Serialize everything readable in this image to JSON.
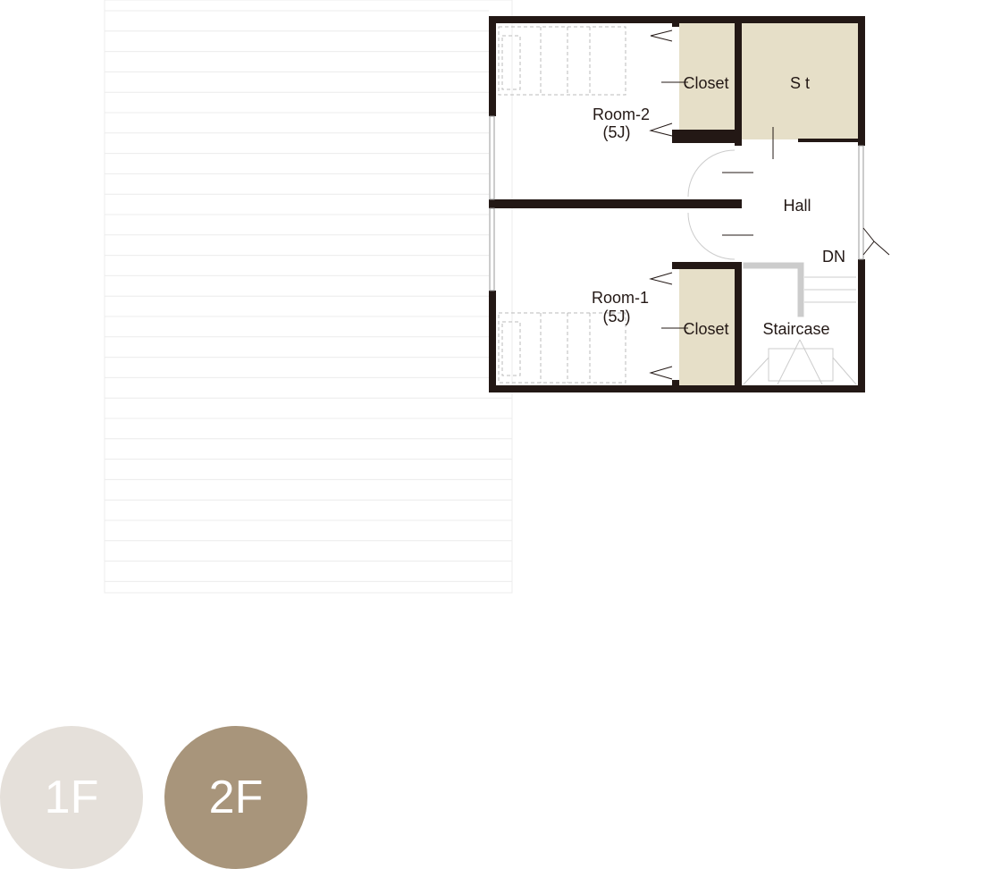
{
  "plan": {
    "floor": "2F",
    "rooms": {
      "room2": {
        "name": "Room-2",
        "size": "(5J)"
      },
      "room1": {
        "name": "Room-1",
        "size": "(5J)"
      },
      "closet_top": "Closet",
      "closet_bottom": "Closet",
      "storage": "S t",
      "hall": "Hall",
      "staircase": "Staircase",
      "stair_direction": "DN"
    },
    "colors": {
      "wall": "#231815",
      "closet_fill": "#e6dfc8",
      "floor_1f": "#e5e0da",
      "floor_2f": "#a8957b"
    }
  },
  "floor_selector": {
    "buttons": [
      {
        "label": "1F",
        "active": false
      },
      {
        "label": "2F",
        "active": true
      }
    ]
  }
}
